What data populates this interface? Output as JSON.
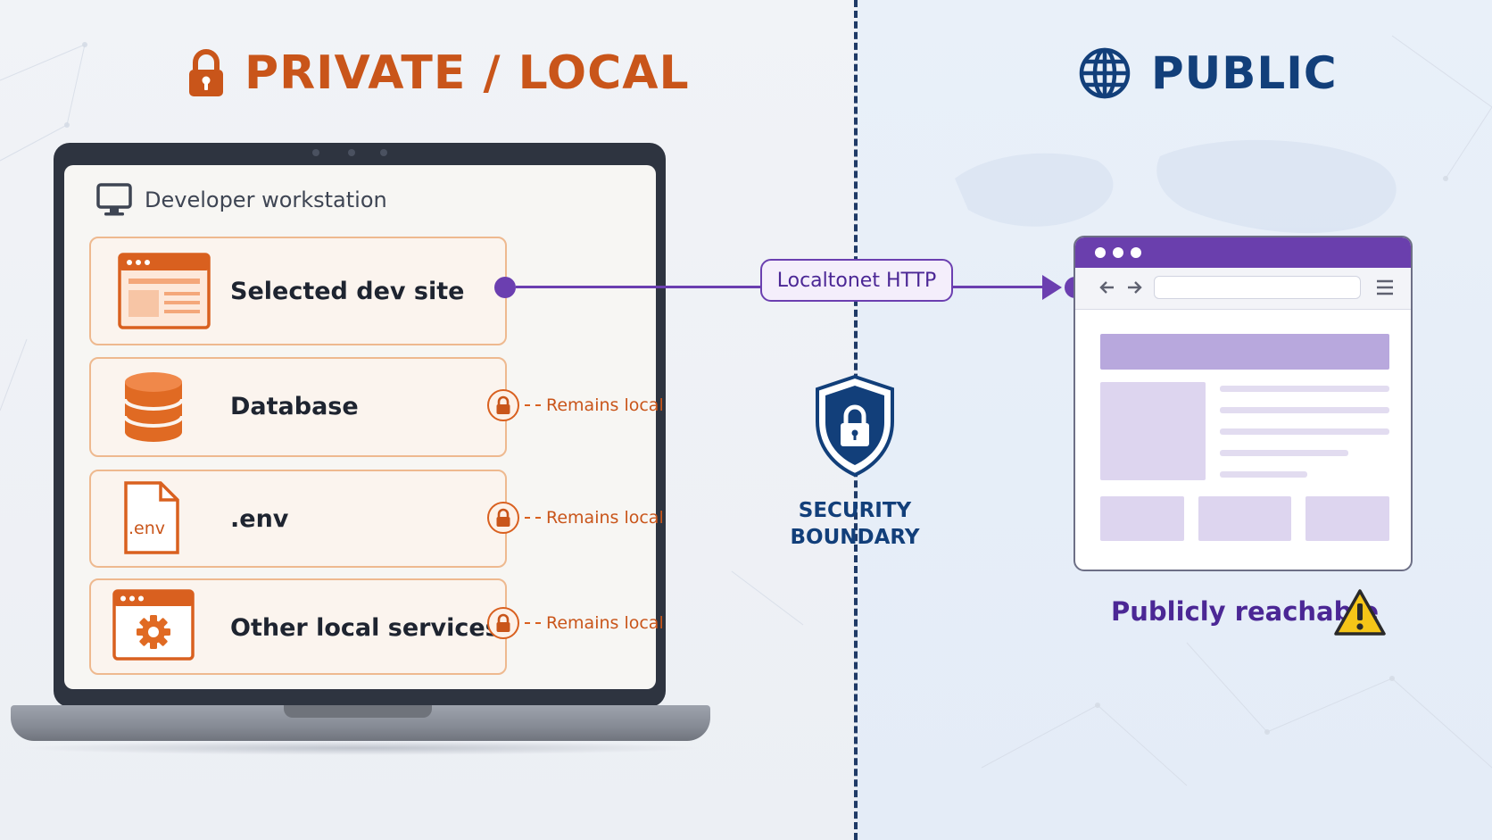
{
  "headers": {
    "private": "PRIVATE / LOCAL",
    "public": "PUBLIC",
    "private_icon": "padlock-icon",
    "public_icon": "globe-icon"
  },
  "workstation": {
    "label": "Developer workstation",
    "icon": "monitor-icon"
  },
  "items": [
    {
      "label": "Selected dev site",
      "icon": "browser-window-icon",
      "status": ""
    },
    {
      "label": "Database",
      "icon": "database-icon",
      "status": "Remains local"
    },
    {
      "label": ".env",
      "icon": "env-file-icon",
      "icon_text": ".env",
      "status": "Remains local"
    },
    {
      "label": "Other local services",
      "icon": "settings-window-icon",
      "status": "Remains local"
    }
  ],
  "tunnel": {
    "label": "Localtonet HTTP"
  },
  "boundary": {
    "line1": "SECURITY",
    "line2": "BOUNDARY",
    "icon": "shield-lock-icon"
  },
  "public_site": {
    "label": "Publicly reachable",
    "icon": "warning-icon"
  },
  "colors": {
    "private_accent": "#c9551a",
    "public_accent": "#123f7a",
    "tunnel": "#6b3fb0",
    "warning": "#f5c518"
  }
}
